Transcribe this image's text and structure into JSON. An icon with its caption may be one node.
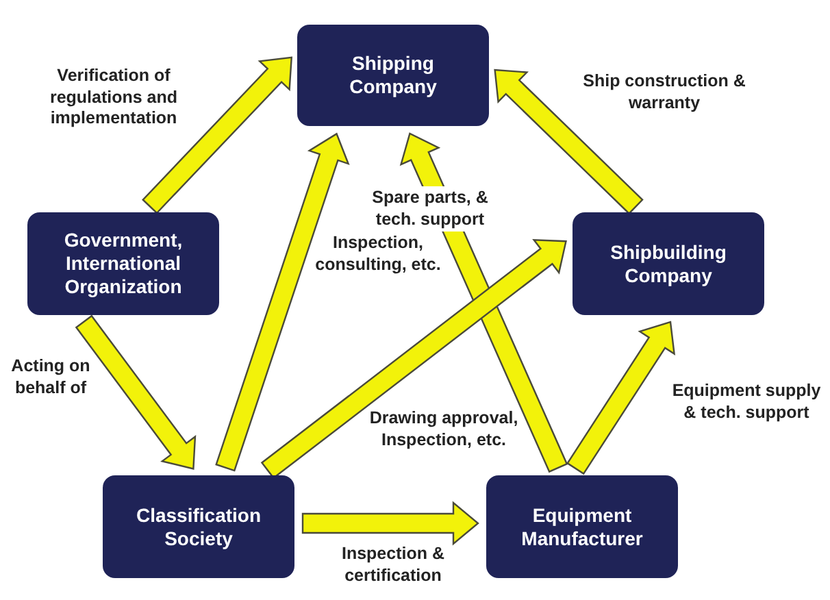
{
  "diagram": {
    "nodes": [
      {
        "text": [
          "Shipping Company"
        ]
      },
      {
        "text": [
          "Government, International Organization"
        ]
      },
      {
        "text": [
          "Shipbuilding Company"
        ]
      },
      {
        "text": [
          "Classification Society"
        ]
      },
      {
        "text": [
          "Equipment Manufacturer"
        ]
      }
    ],
    "edges": [
      {
        "from": 1,
        "to": 0,
        "arrow": "to",
        "label": "Verification of regulations and implementation"
      },
      {
        "from": 2,
        "to": 0,
        "arrow": "to",
        "label": "Ship construction & warranty"
      },
      {
        "from": 3,
        "to": 0,
        "arrow": "to",
        "label": "Inspection, consulting, etc."
      },
      {
        "from": 4,
        "to": 0,
        "arrow": "to",
        "label": "Spare parts, & tech. support"
      },
      {
        "from": 3,
        "to": 2,
        "arrow": "to",
        "label": "Drawing approval, Inspection, etc."
      },
      {
        "from": 1,
        "to": 3,
        "arrow": "to",
        "label": "Acting on behalf of"
      },
      {
        "from": 4,
        "to": 2,
        "arrow": "to",
        "label": "Equipment supply & tech. support"
      },
      {
        "from": 3,
        "to": 4,
        "arrow": "to",
        "label": "Inspection & certification"
      }
    ]
  }
}
